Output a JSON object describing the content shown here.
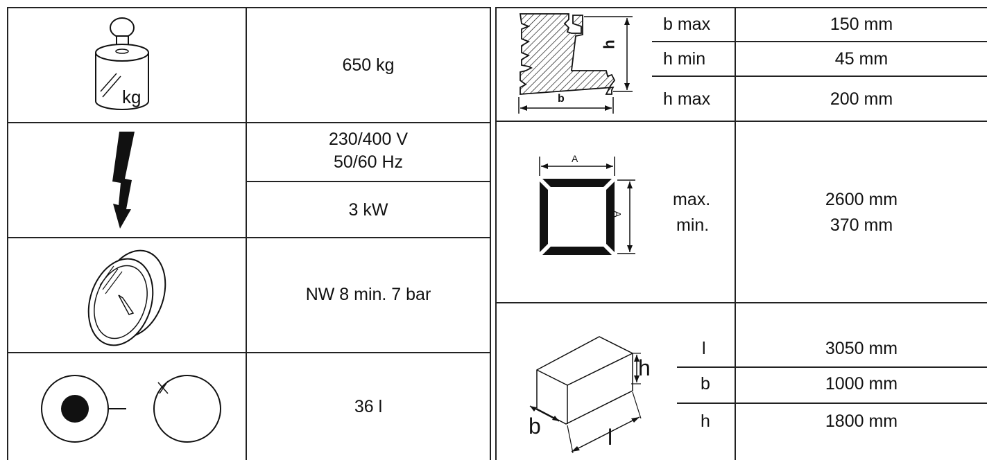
{
  "left_table": {
    "weight": {
      "icon_label": "kg",
      "value": "650 kg"
    },
    "power": {
      "voltage": "230/400 V",
      "frequency": "50/60 Hz",
      "rating": "3 kW"
    },
    "air": {
      "value": "NW 8 min. 7 bar"
    },
    "volume": {
      "value": "36 l"
    }
  },
  "right_table": {
    "profile": {
      "dim_b": "b",
      "dim_h": "h",
      "rows": [
        {
          "label": "b max",
          "value": "150 mm"
        },
        {
          "label": "h min",
          "value": "45 mm"
        },
        {
          "label": "h max",
          "value": "200 mm"
        }
      ]
    },
    "frame": {
      "dim_a_top": "A",
      "dim_a_side": "A",
      "label_max": "max.",
      "label_min": "min.",
      "value_max": "2600 mm",
      "value_min": "370 mm"
    },
    "dimensions": {
      "box_l": "l",
      "box_b": "b",
      "box_h": "h",
      "rows": [
        {
          "label": "l",
          "value": "3050 mm"
        },
        {
          "label": "b",
          "value": "1000 mm"
        },
        {
          "label": "h",
          "value": "1800 mm"
        }
      ]
    }
  }
}
